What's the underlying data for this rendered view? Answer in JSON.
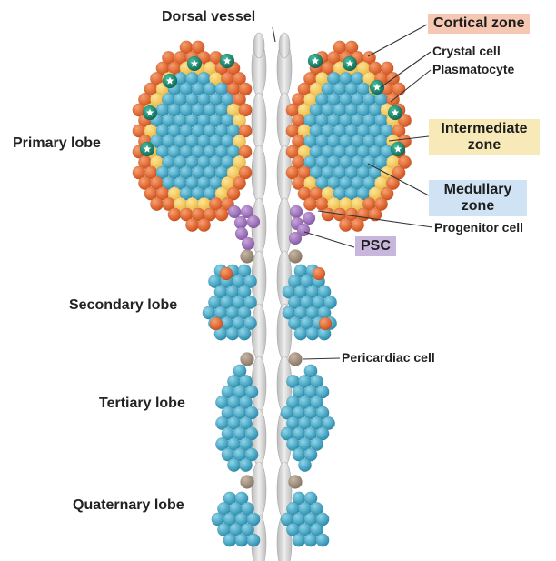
{
  "labels": {
    "dorsal_vessel": "Dorsal vessel",
    "primary_lobe": "Primary lobe",
    "secondary_lobe": "Secondary lobe",
    "tertiary_lobe": "Tertiary lobe",
    "quaternary_lobe": "Quaternary lobe",
    "cortical_zone": "Cortical zone",
    "crystal_cell": "Crystal cell",
    "plasmatocyte": "Plasmatocyte",
    "intermediate_zone": "Intermediate zone",
    "medullary_zone": "Medullary zone",
    "progenitor_cell": "Progenitor cell",
    "psc": "PSC",
    "pericardiac_cell": "Pericardiac cell"
  },
  "colors": {
    "progenitor": "#3aa6c6",
    "plasmatocyte": "#e8682e",
    "intermediate": "#f5cf69",
    "psc": "#a57bc1",
    "pericardiac": "#a39280",
    "crystal": "#1e8a73",
    "vessel": "#cfcfcf",
    "cortical_box": "#f6c7b2",
    "intermediate_box": "#f8eab8",
    "medullary_box": "#cfe3f4",
    "psc_box": "#c9b6dc"
  }
}
